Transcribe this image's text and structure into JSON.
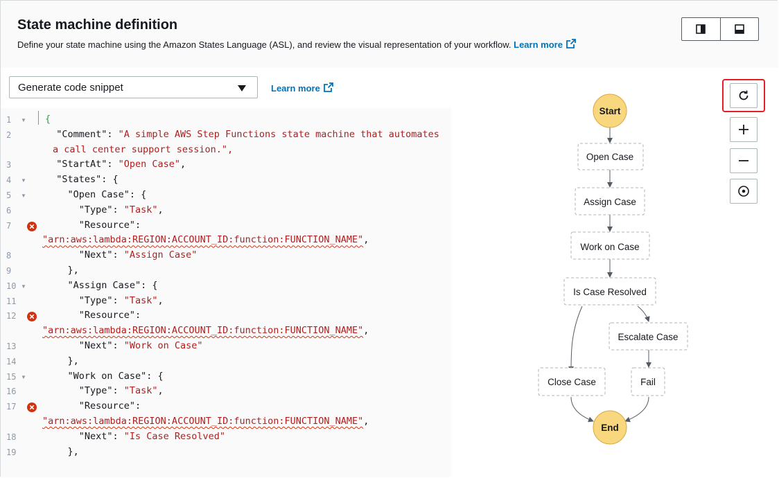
{
  "header": {
    "title": "State machine definition",
    "subtitle": "Define your state machine using the Amazon States Language (ASL), and review the visual representation of your workflow.",
    "learn_more": "Learn more",
    "layout_buttons": [
      "split-vertical-icon",
      "split-horizontal-icon"
    ]
  },
  "toolbar": {
    "snippet_select": "Generate code snippet",
    "learn_more": "Learn more"
  },
  "editor": {
    "lines": [
      {
        "n": "1",
        "fold": true,
        "err": false,
        "indent": 0,
        "parts": [
          {
            "t": "{",
            "c": "brace-green"
          }
        ]
      },
      {
        "n": "2",
        "fold": false,
        "err": false,
        "indent": 2,
        "parts": [
          {
            "t": "\"Comment\": ",
            "c": "key"
          },
          {
            "t": "\"A simple AWS Step Functions state machine that automates",
            "c": "str"
          }
        ]
      },
      {
        "n": "",
        "fold": false,
        "err": false,
        "indent": 0,
        "parts": [
          {
            "t": "a call center support session.\",",
            "c": "str"
          }
        ]
      },
      {
        "n": "3",
        "fold": false,
        "err": false,
        "indent": 2,
        "parts": [
          {
            "t": "\"StartAt\": ",
            "c": "key"
          },
          {
            "t": "\"Open Case\"",
            "c": "str"
          },
          {
            "t": ",",
            "c": "key"
          }
        ]
      },
      {
        "n": "4",
        "fold": true,
        "err": false,
        "indent": 2,
        "parts": [
          {
            "t": "\"States\": {",
            "c": "key"
          }
        ]
      },
      {
        "n": "5",
        "fold": true,
        "err": false,
        "indent": 4,
        "parts": [
          {
            "t": "\"Open Case\": {",
            "c": "key"
          }
        ]
      },
      {
        "n": "6",
        "fold": false,
        "err": false,
        "indent": 6,
        "parts": [
          {
            "t": "\"Type\": ",
            "c": "key"
          },
          {
            "t": "\"Task\"",
            "c": "str"
          },
          {
            "t": ",",
            "c": "key"
          }
        ]
      },
      {
        "n": "7",
        "fold": false,
        "err": true,
        "indent": 6,
        "parts": [
          {
            "t": "\"Resource\":",
            "c": "key"
          }
        ]
      },
      {
        "n": "",
        "fold": false,
        "err": false,
        "indent": 0,
        "parts": [
          {
            "t": "\"arn:aws:lambda:REGION:ACCOUNT_ID:function:FUNCTION_NAME\"",
            "c": "squig"
          },
          {
            "t": ",",
            "c": "key"
          }
        ]
      },
      {
        "n": "8",
        "fold": false,
        "err": false,
        "indent": 6,
        "parts": [
          {
            "t": "\"Next\": ",
            "c": "key"
          },
          {
            "t": "\"Assign Case\"",
            "c": "str"
          }
        ]
      },
      {
        "n": "9",
        "fold": false,
        "err": false,
        "indent": 4,
        "parts": [
          {
            "t": "},",
            "c": "key"
          }
        ]
      },
      {
        "n": "10",
        "fold": true,
        "err": false,
        "indent": 4,
        "parts": [
          {
            "t": "\"Assign Case\": {",
            "c": "key"
          }
        ]
      },
      {
        "n": "11",
        "fold": false,
        "err": false,
        "indent": 6,
        "parts": [
          {
            "t": "\"Type\": ",
            "c": "key"
          },
          {
            "t": "\"Task\"",
            "c": "str"
          },
          {
            "t": ",",
            "c": "key"
          }
        ]
      },
      {
        "n": "12",
        "fold": false,
        "err": true,
        "indent": 6,
        "parts": [
          {
            "t": "\"Resource\":",
            "c": "key"
          }
        ]
      },
      {
        "n": "",
        "fold": false,
        "err": false,
        "indent": 0,
        "parts": [
          {
            "t": "\"arn:aws:lambda:REGION:ACCOUNT_ID:function:FUNCTION_NAME\"",
            "c": "squig"
          },
          {
            "t": ",",
            "c": "key"
          }
        ]
      },
      {
        "n": "13",
        "fold": false,
        "err": false,
        "indent": 6,
        "parts": [
          {
            "t": "\"Next\": ",
            "c": "key"
          },
          {
            "t": "\"Work on Case\"",
            "c": "str"
          }
        ]
      },
      {
        "n": "14",
        "fold": false,
        "err": false,
        "indent": 4,
        "parts": [
          {
            "t": "},",
            "c": "key"
          }
        ]
      },
      {
        "n": "15",
        "fold": true,
        "err": false,
        "indent": 4,
        "parts": [
          {
            "t": "\"Work on Case\": {",
            "c": "key"
          }
        ]
      },
      {
        "n": "16",
        "fold": false,
        "err": false,
        "indent": 6,
        "parts": [
          {
            "t": "\"Type\": ",
            "c": "key"
          },
          {
            "t": "\"Task\"",
            "c": "str"
          },
          {
            "t": ",",
            "c": "key"
          }
        ]
      },
      {
        "n": "17",
        "fold": false,
        "err": true,
        "indent": 6,
        "parts": [
          {
            "t": "\"Resource\":",
            "c": "key"
          }
        ]
      },
      {
        "n": "",
        "fold": false,
        "err": false,
        "indent": 0,
        "parts": [
          {
            "t": "\"arn:aws:lambda:REGION:ACCOUNT_ID:function:FUNCTION_NAME\"",
            "c": "squig"
          },
          {
            "t": ",",
            "c": "key"
          }
        ]
      },
      {
        "n": "18",
        "fold": false,
        "err": false,
        "indent": 6,
        "parts": [
          {
            "t": "\"Next\": ",
            "c": "key"
          },
          {
            "t": "\"Is Case Resolved\"",
            "c": "str"
          }
        ]
      },
      {
        "n": "19",
        "fold": false,
        "err": false,
        "indent": 4,
        "parts": [
          {
            "t": "},",
            "c": "key"
          }
        ]
      }
    ]
  },
  "graph": {
    "controls": [
      "refresh-icon",
      "zoom-in-icon",
      "zoom-out-icon",
      "center-icon"
    ],
    "nodes": {
      "start": "Start",
      "open_case": "Open Case",
      "assign_case": "Assign Case",
      "work_on_case": "Work on Case",
      "is_case_resolved": "Is Case Resolved",
      "escalate_case": "Escalate Case",
      "close_case": "Close Case",
      "fail": "Fail",
      "end": "End"
    },
    "colors": {
      "terminal_fill": "#f9d77e",
      "terminal_stroke": "#d6a93b",
      "task_stroke": "#aab7b8",
      "highlight": "#e01f26"
    }
  }
}
